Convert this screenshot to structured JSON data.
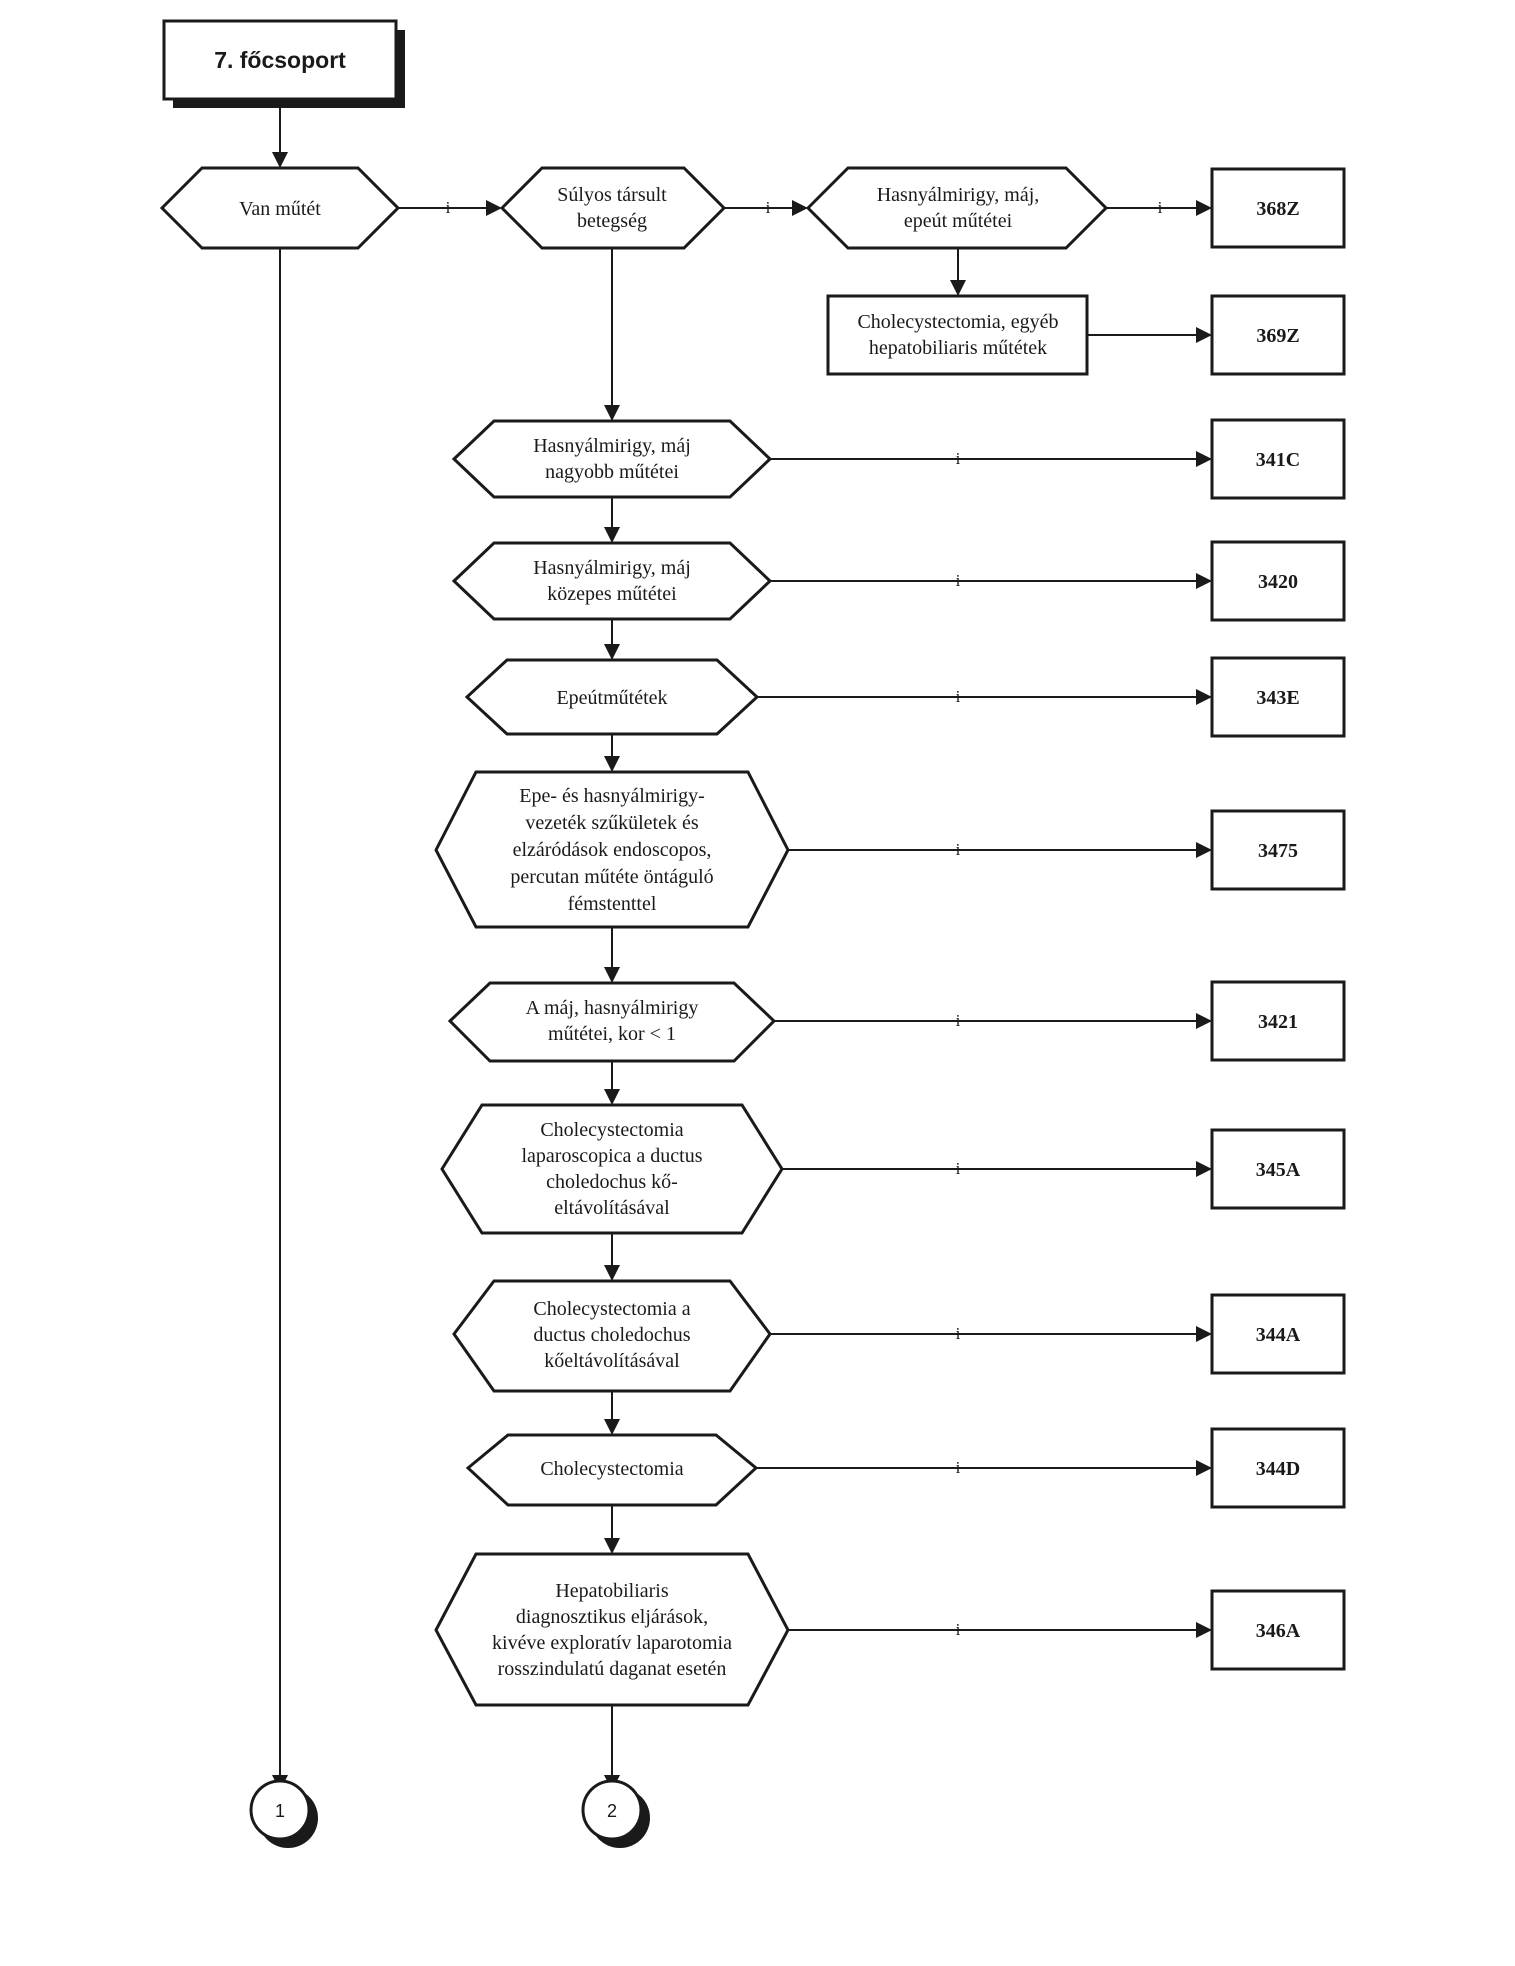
{
  "title": "7. főcsoport",
  "yes_label": "i",
  "decisions": {
    "van_mutet": [
      "Van műtét"
    ],
    "sulyos": [
      "Súlyos társult",
      "betegség"
    ],
    "hasny_maj_epe": [
      "Hasnyálmirigy, máj,",
      "epeút műtétei"
    ],
    "nagyobb": [
      "Hasnyálmirigy, máj",
      "nagyobb  műtétei"
    ],
    "kozepes": [
      "Hasnyálmirigy, máj",
      "közepes műtétei"
    ],
    "epeut": [
      "Epeútműtétek"
    ],
    "stent": [
      "Epe- és hasnyálmirigy-",
      "vezeték szűkületek és",
      "elzáródások endoscopos,",
      "percutan műtéte öntáguló",
      "fémstenttel"
    ],
    "kor": [
      "A máj, hasnyálmirigy",
      "műtétei, kor < 1"
    ],
    "lap": [
      "Cholecystectomia",
      "laparoscopica a ductus",
      "choledochus kő-",
      "eltávolításával"
    ],
    "chol_ductus": [
      "Cholecystectomia a",
      "ductus choledochus",
      "kőeltávolításával"
    ],
    "chol": [
      "Cholecystectomia"
    ],
    "hepato": [
      "Hepatobiliaris",
      "diagnosztikus eljárások,",
      "kivéve exploratív laparotomia",
      "rosszindulatú daganat esetén"
    ]
  },
  "process": {
    "chol_egyeb": [
      "Cholecystectomia, egyéb",
      "hepatobiliaris műtétek"
    ]
  },
  "codes": {
    "c368Z": "368Z",
    "c369Z": "369Z",
    "c341C": "341C",
    "c3420": "3420",
    "c343E": "343E",
    "c3475": "3475",
    "c3421": "3421",
    "c345A": "345A",
    "c344A": "344A",
    "c344D": "344D",
    "c346A": "346A"
  },
  "connectors": {
    "one": "1",
    "two": "2"
  }
}
